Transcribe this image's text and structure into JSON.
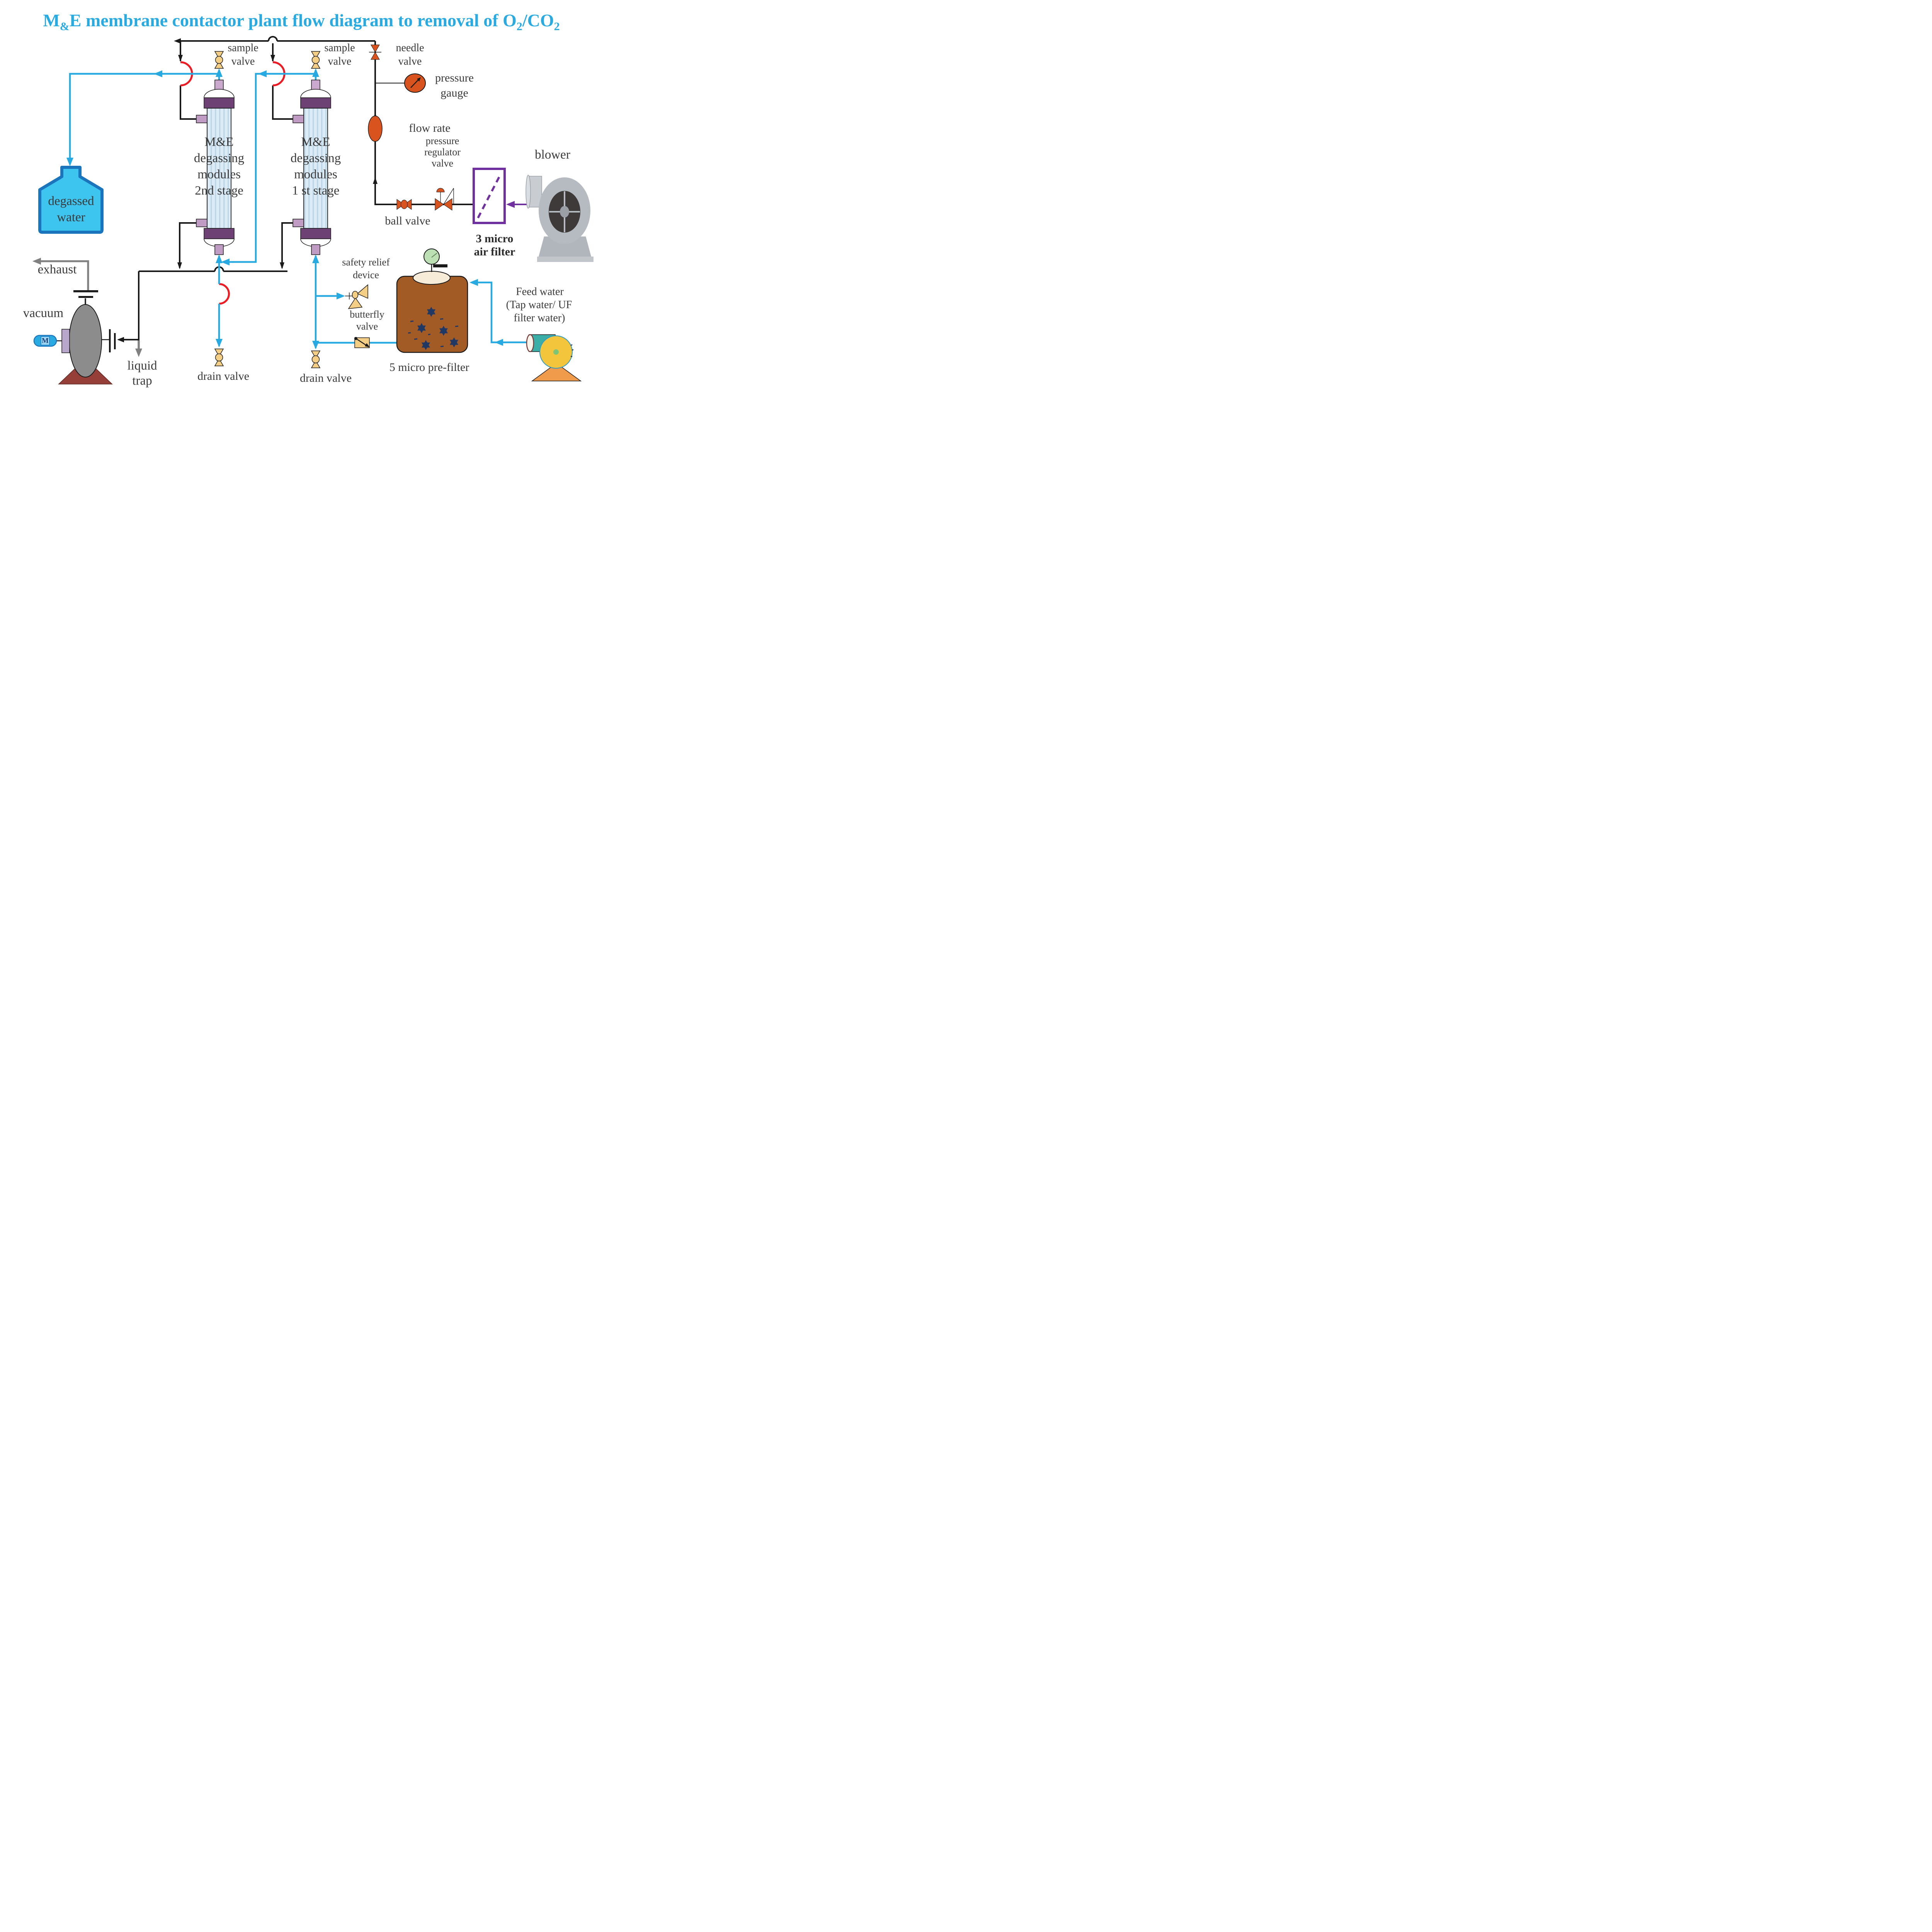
{
  "title": {
    "p1": "M",
    "p2": "&",
    "p3": "E membrane contactor plant flow diagram to removal of O",
    "p4": "2",
    "p5": "/CO",
    "p6": "2"
  },
  "labels": {
    "sample_valve": {
      "l1": "sample",
      "l2": "valve"
    },
    "needle_valve": {
      "l1": "needle",
      "l2": "valve"
    },
    "pressure_gauge": {
      "l1": "pressure",
      "l2": "gauge"
    },
    "flow_rate": "flow rate",
    "pressure_regulator_valve": {
      "l1": "pressure",
      "l2": "regulator",
      "l3": "valve"
    },
    "ball_valve": "ball valve",
    "air_filter": {
      "l1": "3 micro",
      "l2": "air filter"
    },
    "blower": "blower",
    "degassed_water": {
      "l1": "degassed",
      "l2": "water"
    },
    "exhaust": "exhaust",
    "vacuum": "vacuum",
    "liquid_trap": {
      "l1": "liquid",
      "l2": "trap"
    },
    "drain_valve": "drain valve",
    "safety_relief_device": {
      "l1": "safety relief",
      "l2": "device"
    },
    "butterfly_valve": {
      "l1": "butterfly",
      "l2": "valve"
    },
    "pre_filter": "5 micro pre-filter",
    "feed_water": {
      "l1": "Feed water",
      "l2": "(Tap water/ UF",
      "l3": "filter water)"
    },
    "motor": "M"
  },
  "modules": {
    "stage2": {
      "l1": "M&E",
      "l2": "degassing",
      "l3": "modules",
      "l4": "2nd stage"
    },
    "stage1": {
      "l1": "M&E",
      "l2": "degassing",
      "l3": "modules",
      "l4": "1 st stage"
    }
  },
  "colors": {
    "title": "#29ABE2",
    "water_pipe": "#27AAE1",
    "gas_pipe": "#1A1A1A",
    "crossover_arc": "#EC1C24",
    "valve_yellow": "#F5CE85",
    "instrument_orange": "#D9531E",
    "module_cap_purple": "#6E4175",
    "module_port_purple": "#C09CC4",
    "tank_fill": "#3EC5EF",
    "tank_border": "#1B75BC",
    "prefilter_brown": "#A35B26",
    "filter_purple": "#7030A0",
    "pump_gray": "#8C8C8C",
    "pump_base_red": "#963F39",
    "feed_pump_yellow": "#F2C53D",
    "feed_pump_teal": "#3BAEA8"
  }
}
